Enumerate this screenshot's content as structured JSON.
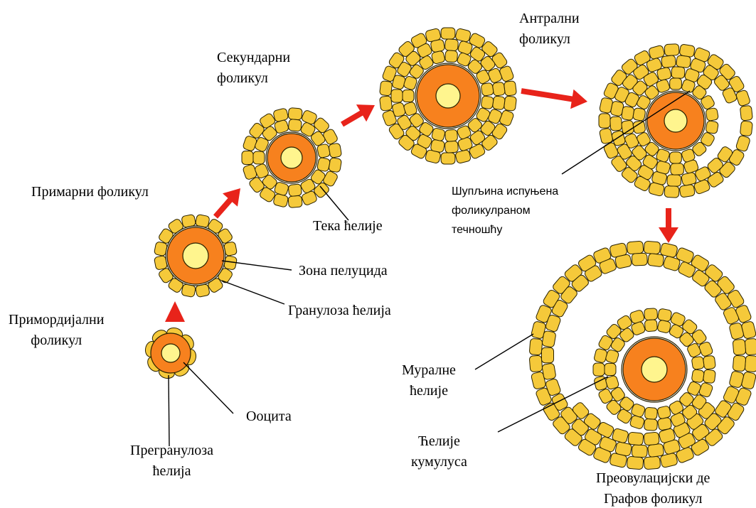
{
  "colors": {
    "cell_fill": "#F5C93A",
    "cell_stroke": "#2a2200",
    "oocyte_fill": "#F7811E",
    "nucleus_fill": "#FFF58E",
    "arrow": "#E8231A"
  },
  "stages": {
    "primordial": [
      "Примордијални",
      "фоликул"
    ],
    "primary": "Примарни фоликул",
    "secondary": [
      "Секундарни",
      "фоликул"
    ],
    "antral": [
      "Антрални",
      "фоликул"
    ],
    "preovulatory": [
      "Преовулацијски де",
      "Графов фоликул"
    ]
  },
  "labels": {
    "oocyte": "Ооцита",
    "pregranulosa": [
      "Прегранулоза",
      "ћелија"
    ],
    "zona": "Зона пелуцида",
    "granulosa": "Гранулоза ћелија",
    "theca": "Тека ћелије",
    "cavity": [
      "Шупљина испуњена",
      "фоликулраном",
      "течношћу"
    ],
    "mural": [
      "Муралне",
      "ћелије"
    ],
    "cumulus": [
      "Ћелије",
      "кумулуса"
    ]
  }
}
